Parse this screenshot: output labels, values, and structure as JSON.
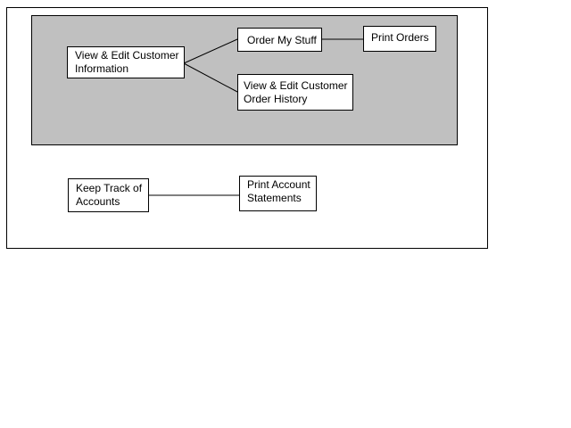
{
  "diagram": {
    "nodes": {
      "view_edit_customer_info": "View & Edit Customer\nInformation",
      "order_my_stuff": "Order My Stuff",
      "print_orders": "Print Orders",
      "view_edit_order_history": "View & Edit Customer\nOrder History",
      "keep_track_accounts": "Keep Track of\nAccounts",
      "print_account_statements": "Print Account\nStatements"
    },
    "edges": [
      [
        "view_edit_customer_info",
        "order_my_stuff"
      ],
      [
        "view_edit_customer_info",
        "view_edit_order_history"
      ],
      [
        "order_my_stuff",
        "print_orders"
      ],
      [
        "keep_track_accounts",
        "print_account_statements"
      ]
    ],
    "colors": {
      "group_fill": "#c0c0c0",
      "box_fill": "#ffffff",
      "line": "#000000"
    }
  }
}
